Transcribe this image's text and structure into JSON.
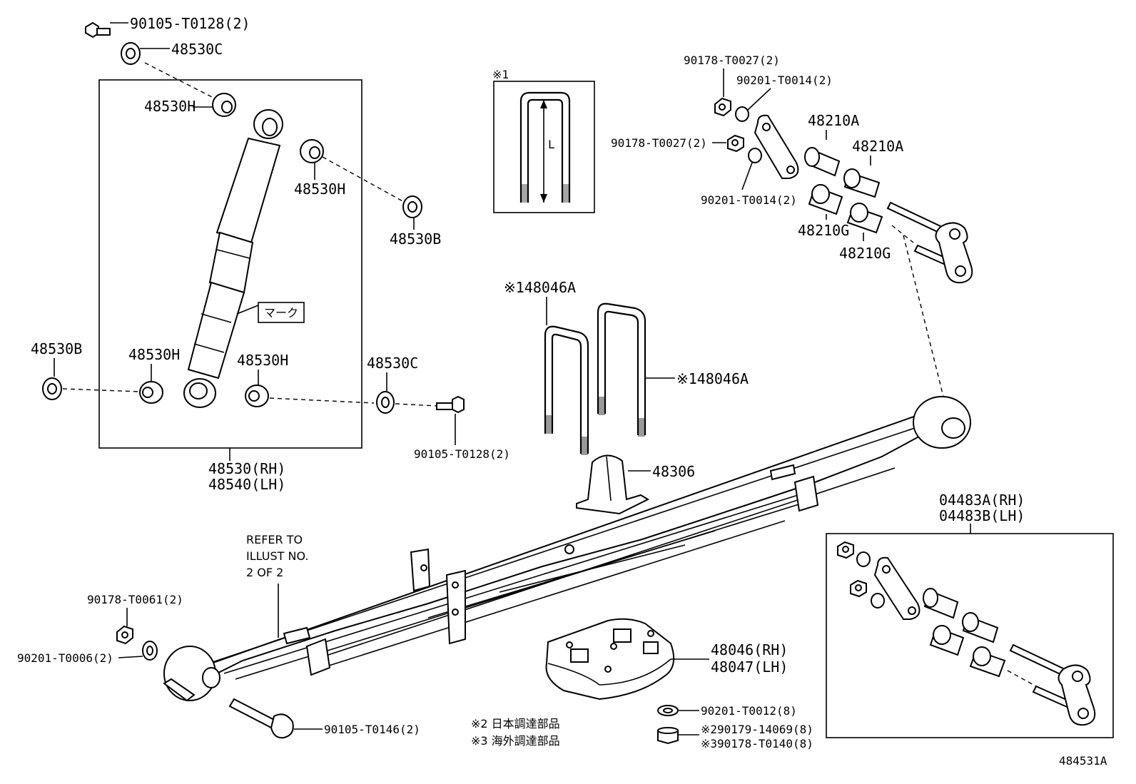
{
  "diagram_id": "484531A",
  "kit_box_note": "※1",
  "dimension_label": "L",
  "shock_mark_label": "マーク",
  "refer_note": [
    "REFER TO",
    "ILLUST NO.",
    "2 OF 2"
  ],
  "footnotes": {
    "note2": "※2 日本調達部品",
    "note3": "※3 海外調達部品"
  },
  "callouts": {
    "c_90105_T0128_top": "90105-T0128(2)",
    "c_48530C_top": "48530C",
    "c_48530H_top": "48530H",
    "c_48530H_mid": "48530H",
    "c_48530B_right": "48530B",
    "c_48530B_left": "48530B",
    "c_48530H_lowL": "48530H",
    "c_48530H_lowR": "48530H",
    "c_48530C_low": "48530C",
    "c_90105_T0128_low": "90105-T0128(2)",
    "c_48530_RH": "48530(RH)",
    "c_48540_LH": "48540(LH)",
    "c_90178_T0027_a": "90178-T0027(2)",
    "c_90201_T0014_a": "90201-T0014(2)",
    "c_90178_T0027_b": "90178-T0027(2)",
    "c_90201_T0014_b": "90201-T0014(2)",
    "c_48210A_1": "48210A",
    "c_48210A_2": "48210A",
    "c_48210G_1": "48210G",
    "c_48210G_2": "48210G",
    "c_48046A_1": "※148046A",
    "c_48046A_2": "※148046A",
    "c_48306": "48306",
    "c_04483A": "04483A(RH)",
    "c_04483B": "04483B(LH)",
    "c_90178_T0061": "90178-T0061(2)",
    "c_90201_T0006": "90201-T0006(2)",
    "c_48046_RH": "48046(RH)",
    "c_48047_LH": "48047(LH)",
    "c_90201_T0012": "90201-T0012(8)",
    "c_90179_14069": "※290179-14069(8)",
    "c_90178_T0140": "※390178-T0140(8)",
    "c_90105_T0146": "90105-T0146(2)"
  }
}
